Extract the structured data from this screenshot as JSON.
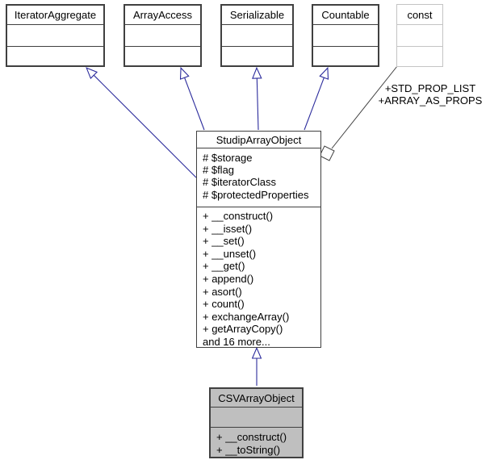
{
  "diagram": {
    "type": "uml-class-inheritance",
    "colors": {
      "background": "#ffffff",
      "node_border": "#404040",
      "muted_node_border": "#c4c4c4",
      "current_node_fill": "#bfbfbf",
      "inheritance_edge": "#2b2b9c",
      "usage_edge": "#404040",
      "text": "#000000"
    }
  },
  "nodes": {
    "iterator_aggregate": {
      "label": "IteratorAggregate"
    },
    "array_access": {
      "label": "ArrayAccess"
    },
    "serializable": {
      "label": "Serializable"
    },
    "countable": {
      "label": "Countable"
    },
    "const_node": {
      "label": "const"
    },
    "studip": {
      "label": "StudipArrayObject",
      "attributes": [
        "# $storage",
        "# $flag",
        "# $iteratorClass",
        "# $protectedProperties"
      ],
      "methods": [
        "+ __construct()",
        "+ __isset()",
        "+ __set()",
        "+ __unset()",
        "+ __get()",
        "+ append()",
        "+ asort()",
        "+ count()",
        "+ exchangeArray()",
        "+ getArrayCopy()",
        "and 16 more..."
      ]
    },
    "csv": {
      "label": "CSVArrayObject",
      "methods": [
        "+ __construct()",
        "+ __toString()"
      ]
    }
  },
  "edge_labels": {
    "const_line1": "+STD_PROP_LIST",
    "const_line2": "+ARRAY_AS_PROPS"
  }
}
